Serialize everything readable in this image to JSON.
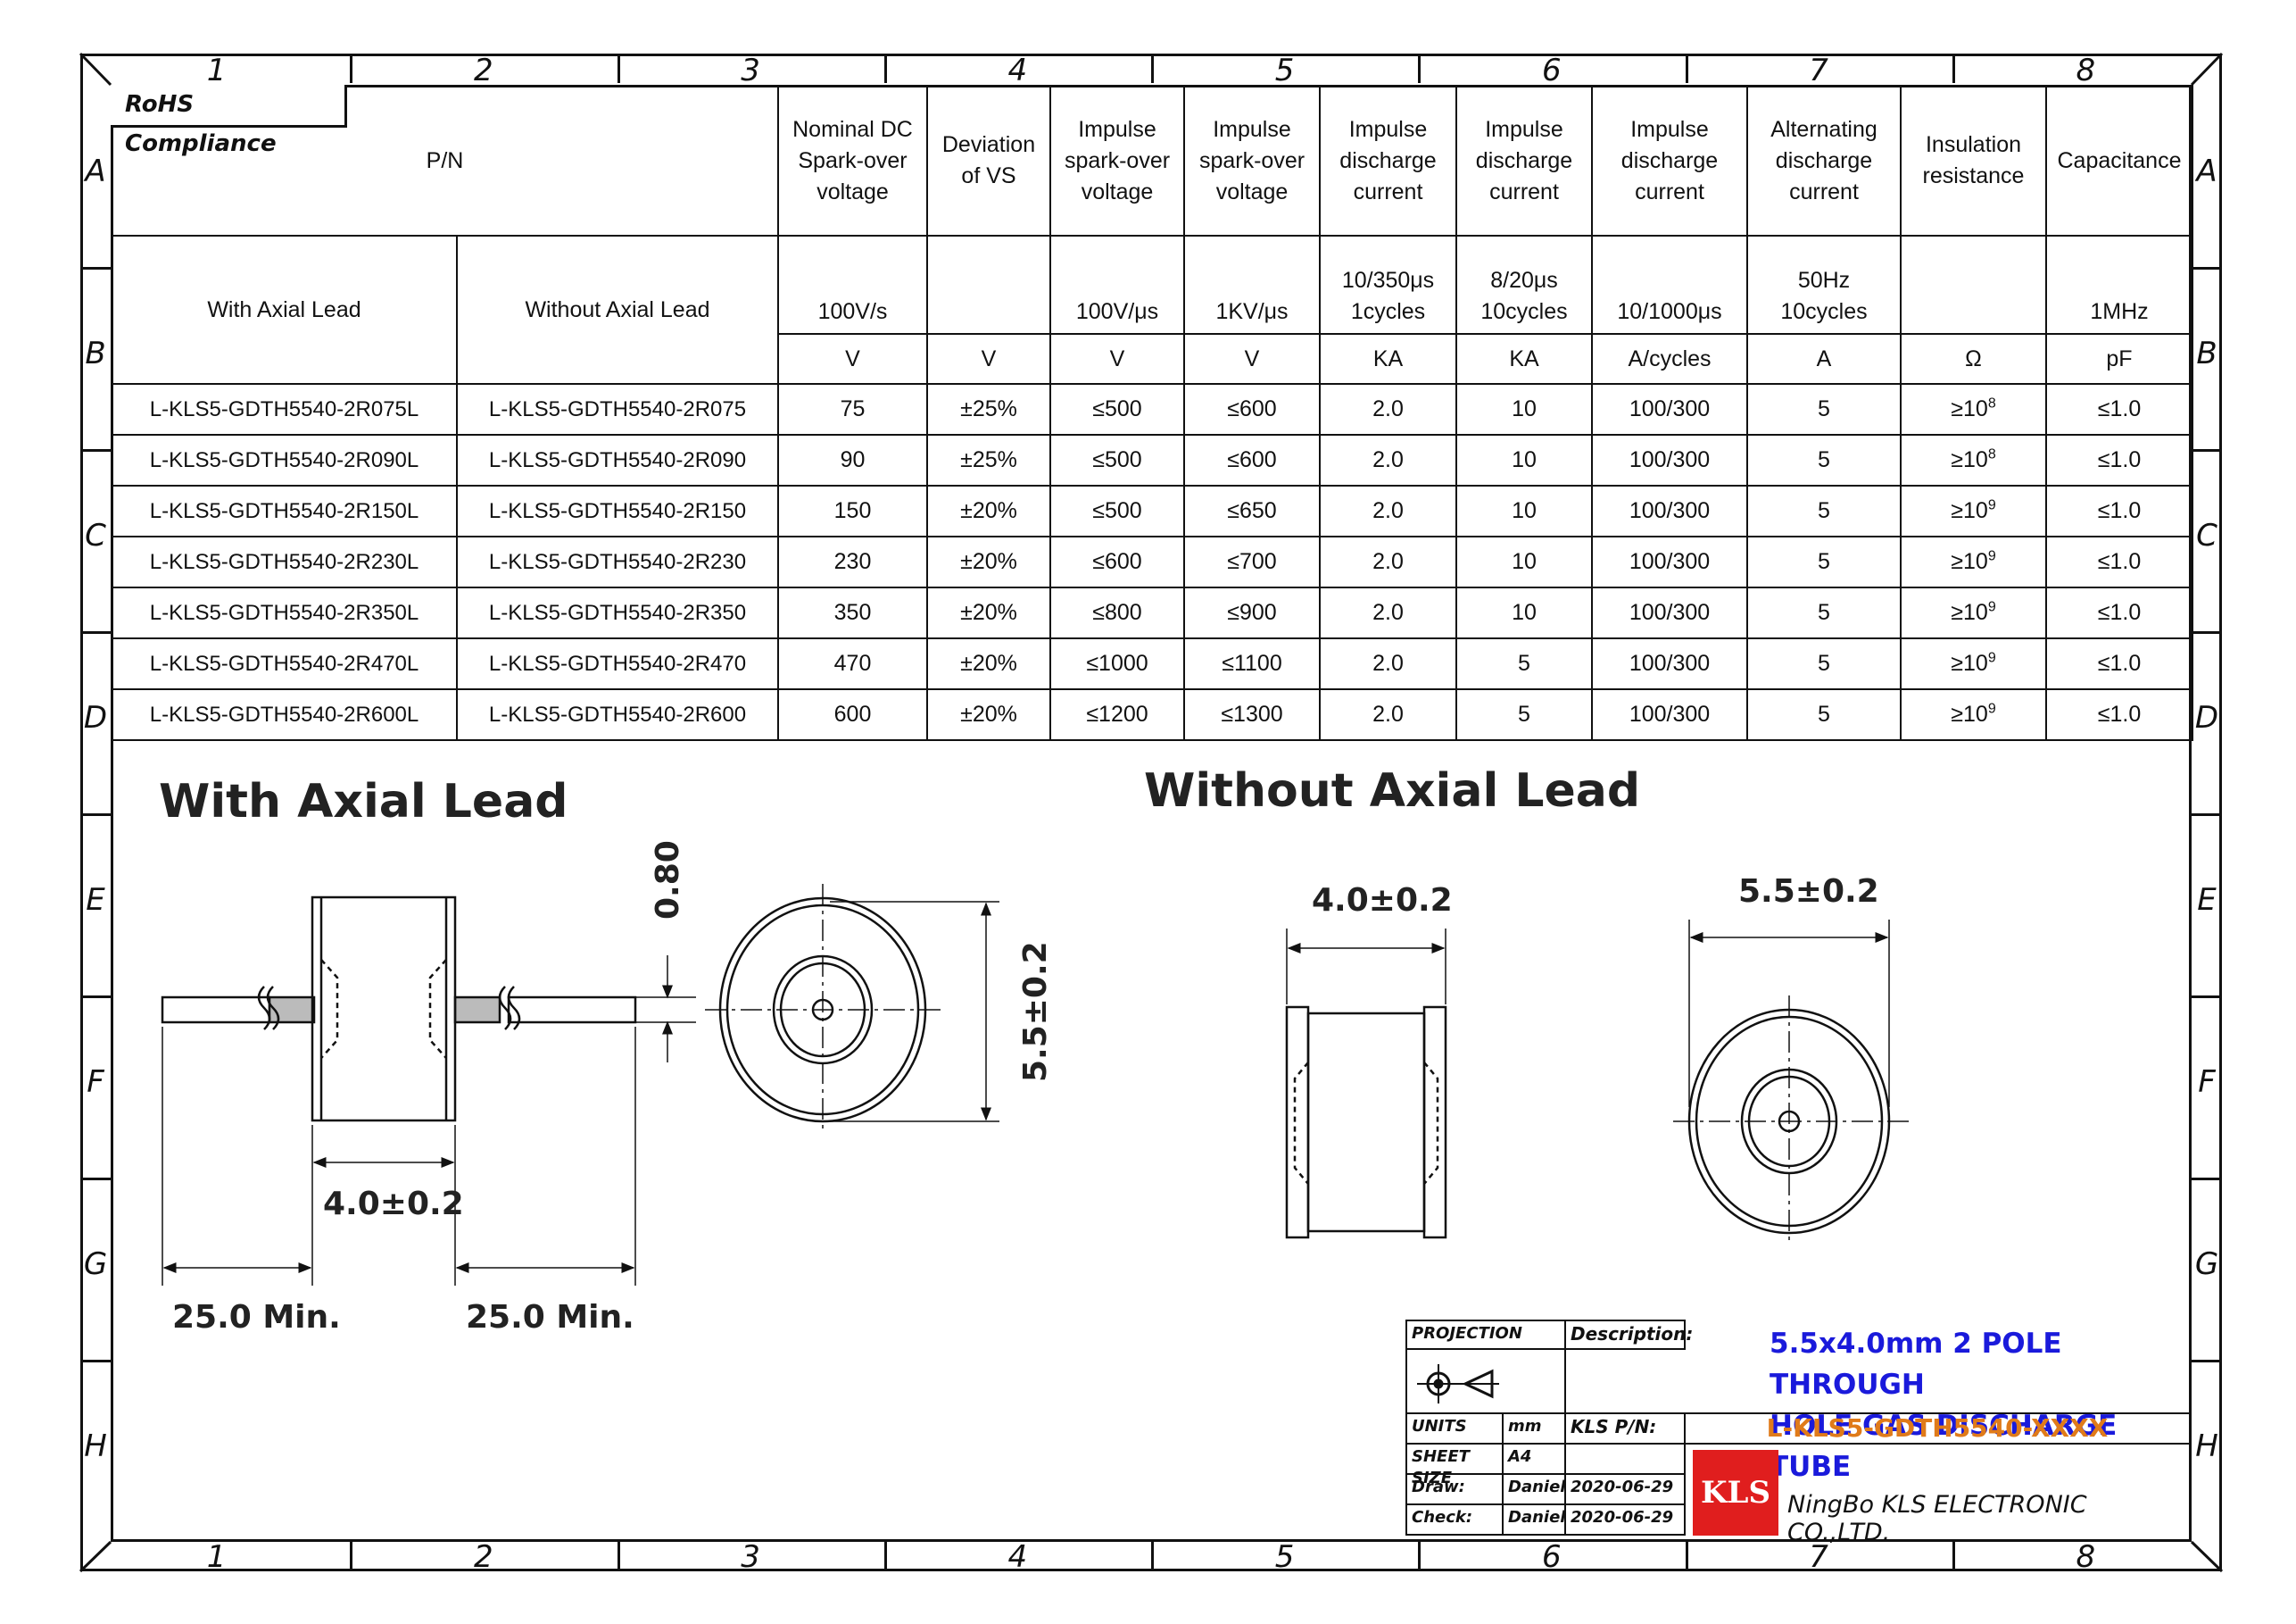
{
  "zones": {
    "columns": [
      "1",
      "2",
      "3",
      "4",
      "5",
      "6",
      "7",
      "8"
    ],
    "rows": [
      "A",
      "B",
      "C",
      "D",
      "E",
      "F",
      "G",
      "H"
    ]
  },
  "rohs": "RoHS Compliance",
  "table": {
    "pn_header": "P/N",
    "with_axial_lead": "With Axial Lead",
    "without_axial_lead": "Without Axial Lead",
    "columns": [
      {
        "name": [
          "Nominal DC",
          "Spark-over",
          "voltage"
        ],
        "condition": "100V/s",
        "unit": "V"
      },
      {
        "name": [
          "Deviation",
          "of VS"
        ],
        "condition": "",
        "unit": "V"
      },
      {
        "name": [
          "Impulse",
          "spark-over",
          "voltage"
        ],
        "condition": "100V/μs",
        "unit": "V"
      },
      {
        "name": [
          "Impulse",
          "spark-over",
          "voltage"
        ],
        "condition": "1KV/μs",
        "unit": "V"
      },
      {
        "name": [
          "Impulse",
          "discharge",
          "current"
        ],
        "condition": [
          "10/350μs",
          "1cycles"
        ],
        "unit": "KA"
      },
      {
        "name": [
          "Impulse",
          "discharge",
          "current"
        ],
        "condition": [
          "8/20μs",
          "10cycles"
        ],
        "unit": "KA"
      },
      {
        "name": [
          "Impulse",
          "discharge",
          "current"
        ],
        "condition": "10/1000μs",
        "unit": "A/cycles"
      },
      {
        "name": [
          "Alternating",
          "discharge",
          "current"
        ],
        "condition": [
          "50Hz",
          "10cycles"
        ],
        "unit": "A"
      },
      {
        "name": [
          "Insulation",
          "resistance"
        ],
        "condition": "",
        "unit": "Ω"
      },
      {
        "name": [
          "Capacitance"
        ],
        "condition": "1MHz",
        "unit": "pF"
      }
    ],
    "rows": [
      {
        "with": "L-KLS5-GDTH5540-2R075L",
        "without": "L-KLS5-GDTH5540-2R075",
        "vals": [
          "75",
          "±25%",
          "≤500",
          "≤600",
          "2.0",
          "10",
          "100/300",
          "5",
          "≥10",
          "≤1.0"
        ],
        "exp": "8"
      },
      {
        "with": "L-KLS5-GDTH5540-2R090L",
        "without": "L-KLS5-GDTH5540-2R090",
        "vals": [
          "90",
          "±25%",
          "≤500",
          "≤600",
          "2.0",
          "10",
          "100/300",
          "5",
          "≥10",
          "≤1.0"
        ],
        "exp": "8"
      },
      {
        "with": "L-KLS5-GDTH5540-2R150L",
        "without": "L-KLS5-GDTH5540-2R150",
        "vals": [
          "150",
          "±20%",
          "≤500",
          "≤650",
          "2.0",
          "10",
          "100/300",
          "5",
          "≥10",
          "≤1.0"
        ],
        "exp": "9"
      },
      {
        "with": "L-KLS5-GDTH5540-2R230L",
        "without": "L-KLS5-GDTH5540-2R230",
        "vals": [
          "230",
          "±20%",
          "≤600",
          "≤700",
          "2.0",
          "10",
          "100/300",
          "5",
          "≥10",
          "≤1.0"
        ],
        "exp": "9"
      },
      {
        "with": "L-KLS5-GDTH5540-2R350L",
        "without": "L-KLS5-GDTH5540-2R350",
        "vals": [
          "350",
          "±20%",
          "≤800",
          "≤900",
          "2.0",
          "10",
          "100/300",
          "5",
          "≥10",
          "≤1.0"
        ],
        "exp": "9"
      },
      {
        "with": "L-KLS5-GDTH5540-2R470L",
        "without": "L-KLS5-GDTH5540-2R470",
        "vals": [
          "470",
          "±20%",
          "≤1000",
          "≤1100",
          "2.0",
          "5",
          "100/300",
          "5",
          "≥10",
          "≤1.0"
        ],
        "exp": "9"
      },
      {
        "with": "L-KLS5-GDTH5540-2R600L",
        "without": "L-KLS5-GDTH5540-2R600",
        "vals": [
          "600",
          "±20%",
          "≤1200",
          "≤1300",
          "2.0",
          "5",
          "100/300",
          "5",
          "≥10",
          "≤1.0"
        ],
        "exp": "9"
      }
    ]
  },
  "drawings": {
    "with_title": "With Axial Lead",
    "without_title": "Without Axial Lead",
    "dim_lead_thickness": "0.80",
    "dim_body_width": "4.0±0.2",
    "dim_lead_left": "25.0 Min.",
    "dim_lead_right": "25.0 Min.",
    "dim_diameter": "5.5±0.2",
    "dim_body_width_2": "4.0±0.2",
    "dim_diameter_2": "5.5±0.2"
  },
  "title_block": {
    "projection": "PROJECTION",
    "description_label": "Description:",
    "description": [
      "5.5x4.0mm 2 POLE THROUGH",
      "HOLE  GAS DISCHARGE TUBE"
    ],
    "units_label": "UNITS",
    "units": "mm",
    "kls_pn_label": "KLS P/N:",
    "kls_pn": "L-KLS5-GDTH5540-XXXX",
    "sheet_size_label": "SHEET SIZE",
    "sheet_size": "A4",
    "draw_label": "Draw:",
    "draw_name": "Daniel",
    "draw_date": "2020-06-29",
    "check_label": "Check:",
    "check_name": "Daniel",
    "check_date": "2020-06-29",
    "logo_text": "KLS",
    "company": "NingBo KLS ELECTRONIC CO.,LTD."
  },
  "colors": {
    "description": "#1a1adb",
    "pn": "#e07b1a",
    "logo_bg": "#e01e1e"
  }
}
